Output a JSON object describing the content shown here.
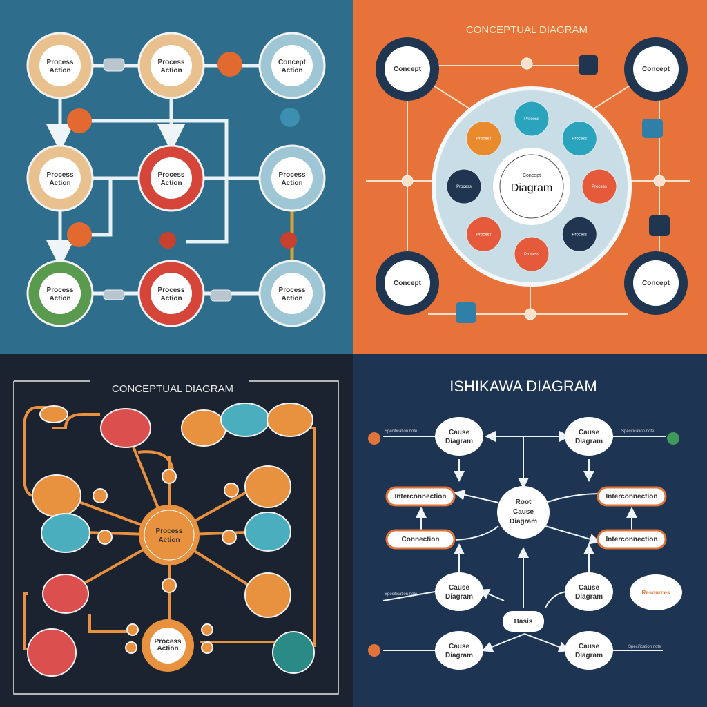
{
  "panels": {
    "top_left": {
      "nodes": [
        {
          "line1": "Process",
          "line2": "Action"
        },
        {
          "line1": "Process",
          "line2": "Action"
        },
        {
          "line1": "Concept",
          "line2": "Action"
        },
        {
          "line1": "Process",
          "line2": "Action"
        },
        {
          "line1": "Process",
          "line2": "Action"
        },
        {
          "line1": "Process",
          "line2": "Action"
        },
        {
          "line1": "Process",
          "line2": "Action"
        },
        {
          "line1": "Process",
          "line2": "Action"
        },
        {
          "line1": "Process",
          "line2": "Action"
        }
      ],
      "colors": {
        "bg": "#2e6d8c",
        "tan": "#e8c18f",
        "red": "#d6453a",
        "blue": "#9ec6d4",
        "green": "#5a9a4e",
        "orange": "#e2692f"
      }
    },
    "top_right": {
      "title": "CONCEPTUAL DIAGRAM",
      "center_small": "Concept",
      "center_label": "Diagram",
      "ring_nodes": [
        "Process",
        "Process",
        "Process",
        "Process",
        "Process",
        "Process",
        "Process",
        "Process"
      ],
      "corner_nodes": [
        "Concept",
        "Concept",
        "Concept",
        "Concept"
      ],
      "colors": {
        "bg": "#e8733a",
        "navy": "#1f3550",
        "ring": "#c9dde6"
      }
    },
    "bottom_left": {
      "title": "CONCEPTUAL DIAGRAM",
      "center_line1": "Process",
      "center_line2": "Action",
      "bottom_line1": "Process",
      "bottom_line2": "Action",
      "colors": {
        "bg": "#1c2330",
        "orange": "#e8913f",
        "red": "#dc4f4f",
        "teal": "#4aaebf"
      }
    },
    "bottom_right": {
      "title": "ISHIKAWA DIAGRAM",
      "center_line1": "Root",
      "center_line2": "Cause",
      "center_line3": "Diagram",
      "nodes": [
        {
          "line1": "Cause",
          "line2": "Diagram"
        },
        {
          "line1": "Cause",
          "line2": "Diagram"
        },
        {
          "line1": "Cause",
          "line2": "Diagram"
        },
        {
          "line1": "Cause",
          "line2": "Diagram"
        },
        {
          "line1": "Cause",
          "line2": "Diagram"
        },
        {
          "line1": "Cause",
          "line2": "Diagram"
        }
      ],
      "pills": [
        "Interconnection",
        "Interconnection",
        "Connection",
        "Interconnection"
      ],
      "bottom_box": "Basis",
      "side_label": "Resources",
      "notes": [
        "Specification note",
        "Specification note",
        "Specification note",
        "Specification note"
      ],
      "colors": {
        "bg": "#1d3453",
        "pill_border": "#e0743a"
      }
    }
  }
}
